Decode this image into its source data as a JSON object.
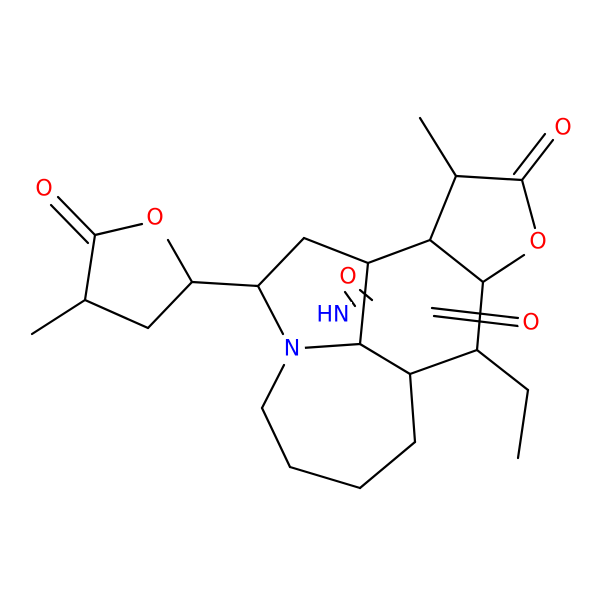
{
  "molecule": {
    "atoms": [
      {
        "id": "o_lac1_carbonyl",
        "symbol": "O",
        "color": "#ff0000"
      },
      {
        "id": "o_lac1_ring",
        "symbol": "O",
        "color": "#ff0000"
      },
      {
        "id": "n_ring",
        "symbol": "N",
        "color": "#0000ff"
      },
      {
        "id": "o_bridge",
        "symbol": "O",
        "color": "#ff0000"
      },
      {
        "id": "nh_amide",
        "symbol": "HN",
        "color": "#0000ff"
      },
      {
        "id": "o_lac2_carbonyl",
        "symbol": "O",
        "color": "#ff0000"
      },
      {
        "id": "o_lac2_ring",
        "symbol": "O",
        "color": "#ff0000"
      },
      {
        "id": "o_amide_carbonyl",
        "symbol": "O",
        "color": "#ff0000"
      }
    ],
    "colors": {
      "bond": "#000000",
      "oxygen": "#ff0000",
      "nitrogen": "#0000ff",
      "background": "#ffffff"
    }
  }
}
